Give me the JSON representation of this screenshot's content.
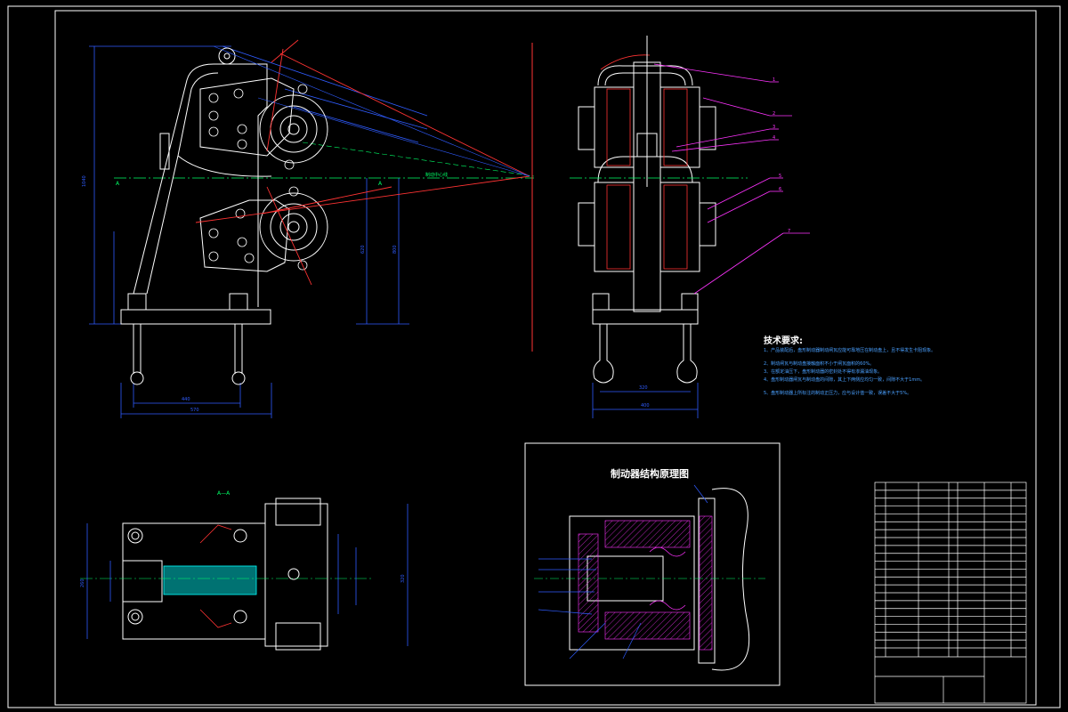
{
  "colors": {
    "background": "#000000",
    "frame": "#ffffff",
    "outline": "#ffffff",
    "centerline": "#00ff66",
    "dimension": "#2f5cff",
    "leader": "#ff33ff",
    "section": "#ff3333",
    "tech_text": "#4aa0ff"
  },
  "side_view": {
    "section_label_left": "A",
    "section_label_right": "A",
    "centerline_label": "制动中心线"
  },
  "front_view": {
    "leaders": [
      "1",
      "2",
      "3",
      "4",
      "5",
      "6",
      "7"
    ]
  },
  "top_view": {
    "section_label": "A—A"
  },
  "technical_requirements": {
    "title": "技术要求:",
    "lines": [
      "1、产品装配后，盘形制动器制动闸瓦应能可靠地压在制动盘上，且不得发生卡阻现象。",
      "2、制动闸瓦与制动盘接触面积不小于闸瓦面积的60%。",
      "3、在额定油压下，盘形制动器的密封处不得有渗漏油现象。",
      "4、盘形制动器闸瓦与制动盘的间隙，其上下两侧应均匀一致，间隙不大于1mm。",
      "5、盘形制动器上所标注的制动正压力，应与设计值一致，误差不大于5%。"
    ]
  },
  "inset": {
    "title": "制动器结构原理图"
  },
  "parts_list": {
    "rows": 21
  }
}
